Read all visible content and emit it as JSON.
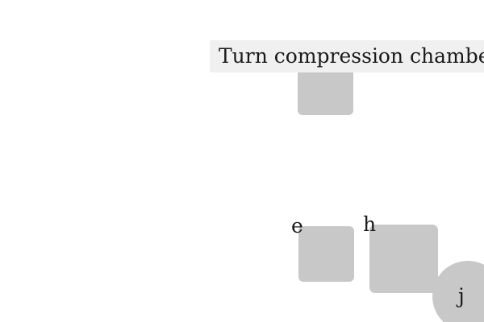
{
  "tooltip": {
    "text": "Turn compression chamber"
  },
  "items": [
    {
      "label": "e"
    },
    {
      "label": "h"
    },
    {
      "label": "j"
    }
  ],
  "colors": {
    "background": "#ffffff",
    "block": "#c8c8c8",
    "tooltip_background": "#f0f0f0",
    "text": "#1a1a1a"
  }
}
